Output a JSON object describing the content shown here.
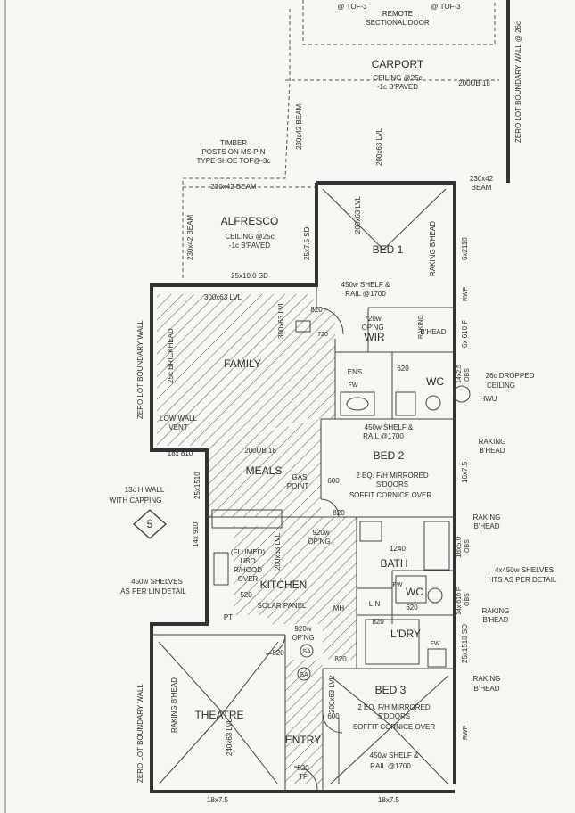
{
  "rooms": {
    "carport": "CARPORT",
    "alfresco": "ALFRESCO",
    "bed1": "BED 1",
    "wir": "WIR",
    "ens": "ENS",
    "wc1": "WC",
    "family": "FAMILY",
    "bed2": "BED 2",
    "meals": "MEALS",
    "bath": "BATH",
    "wc2": "WC",
    "lin": "LIN",
    "kitchen": "KITCHEN",
    "mh": "MH",
    "ldry": "L'DRY",
    "theatre": "THEATRE",
    "entry": "ENTRY",
    "bed3": "BED 3"
  },
  "labels": {
    "tof_left": "@ TOF-3",
    "tof_right": "@ TOF-3",
    "remote_door_1": "REMOTE",
    "remote_door_2": "SECTIONAL DOOR",
    "boundary_top": "ZERO LOT BOUNDARY WALL @ 26c",
    "carport_ceiling_1": "CEILING @25c",
    "carport_ceiling_2": "-1c B'PAVED",
    "beam_200ub18_top": "200UB 18",
    "beam_230x42_vert": "230x42 BEAM",
    "lvl_200x63_vert": "200x63 LVL",
    "timber_1": "TIMBER",
    "timber_2": "POSTS ON MS PIN",
    "timber_3": "TYPE SHOE TOF@-3c",
    "beam_230x42_h": "230x42 BEAM",
    "beam_230x42_right_1": "230x42",
    "beam_230x42_right_2": "BEAM",
    "alfresco_ceiling_1": "CEILING @25c",
    "alfresco_ceiling_2": "-1c B'PAVED",
    "beam_230x42_left": "230x42 BEAM",
    "sd_25x75": "25x7.5 SD",
    "lvl_200x63_bed1": "200x63 LVL",
    "raking_bhead_bed1": "RAKING B'HEAD",
    "sd_25x100": "25x10.0 SD",
    "shelf_bed1_1": "450w SHELF &",
    "shelf_bed1_2": "RAIL @1700",
    "window_6x2110": "6x2110",
    "rwp_1": "RWP",
    "lvl_300x63": "300x63 LVL",
    "lvl_300x63_vert": "300x63 LVL",
    "door_820_a": "820",
    "door_720": "720",
    "wir_opng_1": "720w",
    "wir_opng_2": "OP'NG",
    "raking_bhead_wir_1": "RAKING",
    "raking_bhead_wir_2": "B'HEAD",
    "window_6x610f": "6x 610 F",
    "boundary_left_1": "ZERO LOT BOUNDARY WALL",
    "brickhead": "25c BRICKHEAD",
    "fw_1": "FW",
    "door_620_a": "620",
    "window_14x25": "14x2.5",
    "obs_1": "OBS",
    "dropped_1": "26c DROPPED",
    "dropped_2": "CEILING",
    "hwu": "HWU",
    "low_wall_1": "LOW WALL",
    "low_wall_2": "VENT",
    "shelf_bed2_1": "450w SHELF &",
    "shelf_bed2_2": "RAIL @1700",
    "raking_bhead_bed2_1": "RAKING",
    "raking_bhead_bed2_2": "B'HEAD",
    "ub_200": "200UB 18",
    "window_18x810": "18x 810",
    "window_16x75": "16x7.5",
    "mirror_bed2_1": "2 EQ. F/H MIRRORED",
    "mirror_bed2_2": "S'DOORS",
    "soffit_bed2": "SOFFIT CORNICE OVER",
    "window_25x1510_a": "25x1510",
    "gas_1": "GAS",
    "gas_2": "POINT",
    "door_600_a": "600",
    "wall_13c_1": "13c H WALL",
    "wall_13c_2": "WITH CAPPING",
    "section_5": "5",
    "door_820_b": "820",
    "raking_bhead_bath_1": "RAKING",
    "raking_bhead_bath_2": "B'HEAD",
    "window_14x910": "14x 910",
    "opng_920_a_1": "920w",
    "opng_920_a_2": "OP'NG",
    "window_18x50": "18x5.0",
    "obs_2": "OBS",
    "flumed_1": "(FLUMED)",
    "flumed_2": "UBO",
    "flumed_3": "R/HOOD",
    "flumed_4": "OVER",
    "lvl_200x63_kitchen": "200x63 LVL",
    "door_1240": "1240",
    "shelves_4x450_1": "4x450w SHELVES",
    "shelves_4x450_2": "HTS AS PER DETAIL",
    "shelves_450_1": "450w SHELVES",
    "shelves_450_2": "AS PER LIN DETAIL",
    "door_520": "520",
    "fw_2": "FW",
    "window_14x610f": "14x 610 F",
    "obs_3": "OBS",
    "solar_panel": "SOLAR PANEL",
    "pt": "PT",
    "opng_920_b_1": "920w",
    "opng_920_b_2": "OP'NG",
    "door_820_c": "820",
    "door_620_b": "620",
    "raking_bhead_ldry_1": "RAKING",
    "raking_bhead_ldry_2": "B'HEAD",
    "window_25x1510_b": "25x1510 SD",
    "fw_3": "FW",
    "door_820_d": "820",
    "door_820_e": "820",
    "sa_1": "SA",
    "sa_2": "SA",
    "raking_bhead_bed3_1": "RAKING",
    "raking_bhead_bed3_2": "B'HEAD",
    "boundary_left_2": "ZERO LOT BOUNDARY WALL",
    "raking_bhead_theatre": "RAKING B'HEAD",
    "lvl_240x63": "240x63 LVL",
    "lvl_200x63_bed3": "200x63 LVL",
    "mirror_bed3_1": "2 EQ. F/H MIRRORED",
    "mirror_bed3_2": "S'DOORS",
    "soffit_bed3": "SOFFIT CORNICE OVER",
    "door_600_b": "600",
    "rwp_2": "RWP",
    "shelf_bed3_1": "450w SHELF &",
    "shelf_bed3_2": "RAIL @1700",
    "entry_door_1": "820",
    "entry_door_2": "TF",
    "window_18x75_a": "18x7.5",
    "window_18x75_b": "18x7.5"
  }
}
